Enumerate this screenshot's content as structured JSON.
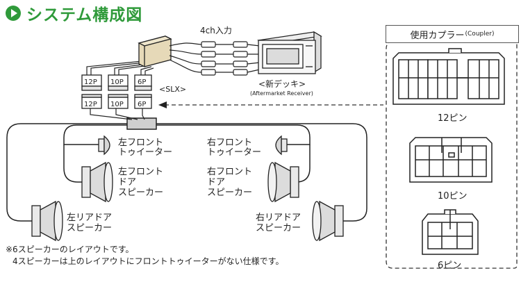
{
  "title": "システム構成図",
  "diagram": {
    "input_label": "4ch入力",
    "slx_label": "<SLX>",
    "deck_label": "<新デッキ>",
    "deck_sub": "(Aftermarket Receiver)",
    "connectors_top": [
      "12P",
      "10P",
      "6P"
    ],
    "connectors_bottom": [
      "12P",
      "10P",
      "6P"
    ],
    "speakers": {
      "left_front_tweeter": [
        "左フロント",
        "トゥイーター"
      ],
      "right_front_tweeter": [
        "右フロント",
        "トゥイーター"
      ],
      "left_front_door": [
        "左フロント",
        "ドア",
        "スピーカー"
      ],
      "right_front_door": [
        "右フロント",
        "ドア",
        "スピーカー"
      ],
      "left_rear_door": [
        "左リアドア",
        "スピーカー"
      ],
      "right_rear_door": [
        "右リアドア",
        "スピーカー"
      ]
    },
    "note_line1": "※6スピーカーのレイアウトです。",
    "note_line2": "4スピーカーは上のレイアウトにフロントトゥイーターがない仕様です。"
  },
  "coupler": {
    "heading": "使用カプラー",
    "heading_sub": "(Coupler)",
    "labels": [
      "12ピン",
      "10ピン",
      "6ピン"
    ]
  }
}
